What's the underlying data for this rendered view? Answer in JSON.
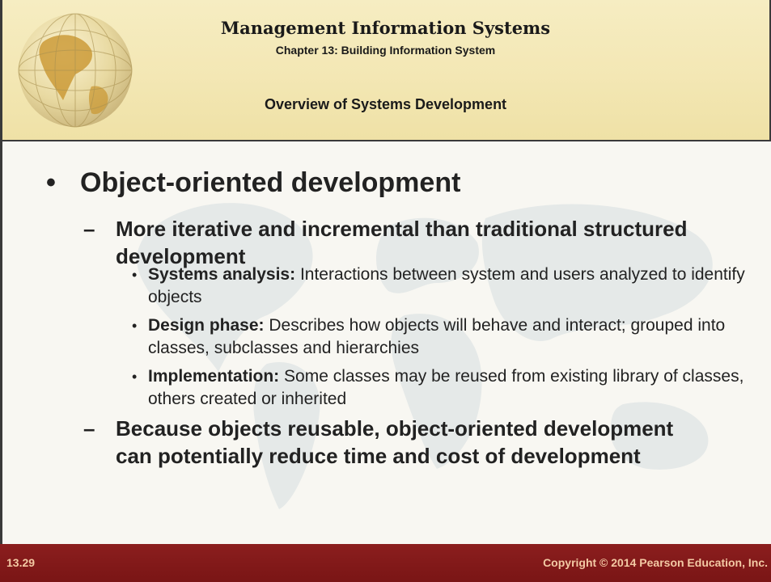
{
  "header": {
    "title": "Management Information Systems",
    "chapter": "Chapter 13: Building Information System",
    "topic": "Overview of Systems Development"
  },
  "content": {
    "main_bullet": "Object-oriented development",
    "sub1": "More iterative and incremental than traditional structured development",
    "items": [
      {
        "label": "Systems analysis:",
        "text": " Interactions between system and users analyzed to identify objects"
      },
      {
        "label": "Design phase:",
        "text": " Describes how objects will behave and interact; grouped into classes, subclasses and hierarchies"
      },
      {
        "label": "Implementation:",
        "text": " Some classes may be reused from existing library of classes, others created or inherited"
      }
    ],
    "sub2": "Because objects reusable, object-oriented development can potentially reduce time and cost of development"
  },
  "footer": {
    "slide_number": "13.29",
    "copyright": "Copyright © 2014 Pearson Education, Inc."
  },
  "colors": {
    "header_bg": "#f3e7b4",
    "footer_bg": "#7a1515",
    "footer_text": "#f3c9a4",
    "text": "#222222"
  },
  "icons": [
    "globe-icon",
    "world-map-watermark"
  ]
}
